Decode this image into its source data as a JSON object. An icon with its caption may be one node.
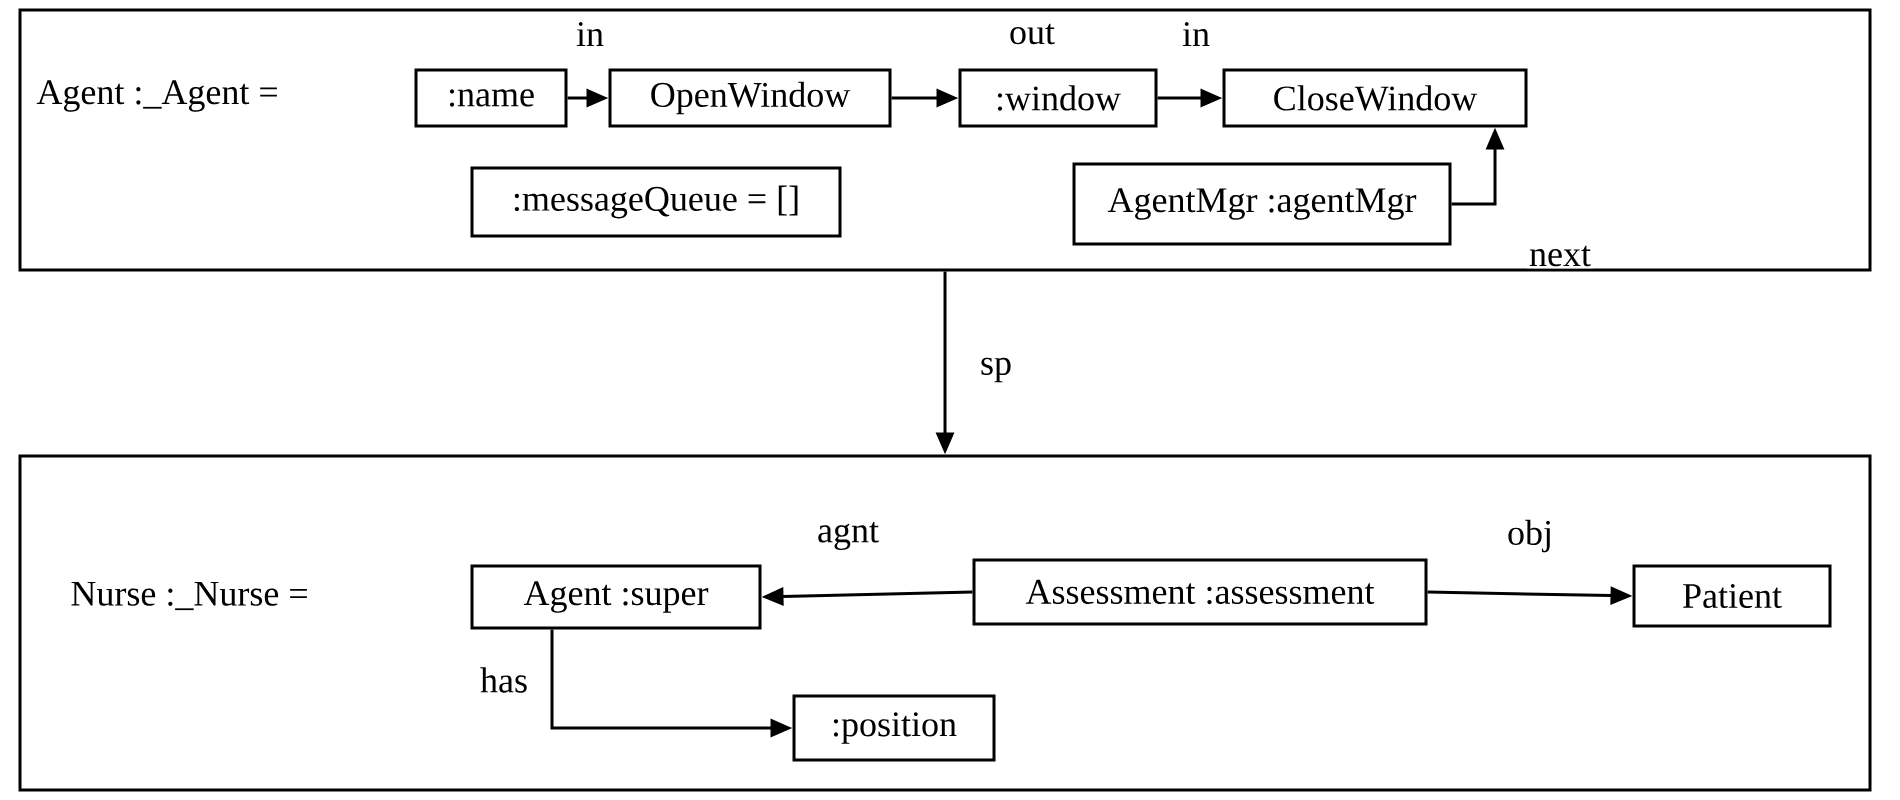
{
  "diagram": {
    "nodes": [
      {
        "text": [
          "Agent :_Agent ="
        ]
      },
      {
        "text": [
          ":name"
        ],
        "in": 0
      },
      {
        "text": [
          "OpenWindow"
        ],
        "in": 0
      },
      {
        "text": [
          ":window"
        ],
        "in": 0
      },
      {
        "text": [
          "CloseWindow"
        ],
        "in": 0
      },
      {
        "text": [
          ":messageQueue = []"
        ],
        "in": 0
      },
      {
        "text": [
          "AgentMgr :agentMgr"
        ],
        "in": 0
      },
      {
        "text": [
          "Nurse :_Nurse ="
        ]
      },
      {
        "text": [
          "Agent :super"
        ],
        "in": 7
      },
      {
        "text": [
          "Assessment :assessment"
        ],
        "in": 7
      },
      {
        "text": [
          "Patient"
        ],
        "in": 7
      },
      {
        "text": [
          ":position"
        ],
        "in": 7
      }
    ],
    "edges": [
      {
        "from": 1,
        "to": 2,
        "arrow": "to",
        "label": "in"
      },
      {
        "from": 2,
        "to": 3,
        "arrow": "to",
        "label": "out"
      },
      {
        "from": 3,
        "to": 4,
        "arrow": "to",
        "label": "in"
      },
      {
        "from": 6,
        "to": 4,
        "arrow": "to",
        "label": "next"
      },
      {
        "from": 0,
        "to": 7,
        "arrow": "to",
        "label": "sp"
      },
      {
        "from": 9,
        "to": 8,
        "arrow": "to",
        "label": "agnt"
      },
      {
        "from": 9,
        "to": 10,
        "arrow": "to",
        "label": "obj"
      },
      {
        "from": 8,
        "to": 11,
        "arrow": "to",
        "label": "has"
      }
    ]
  }
}
